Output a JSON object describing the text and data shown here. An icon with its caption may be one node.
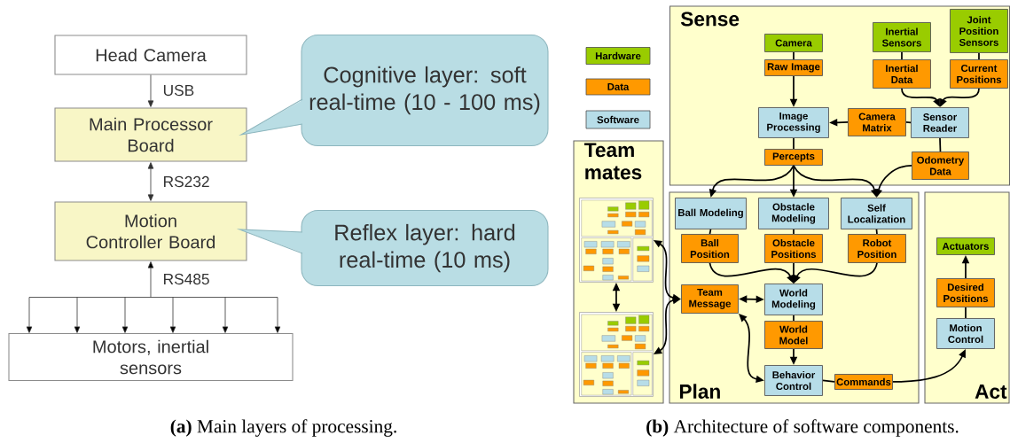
{
  "diagram": {
    "nodes": [
      {
        "text": [
          "Head Camera"
        ]
      },
      {
        "text": [
          "Main Processor Board"
        ]
      },
      {
        "text": [
          "Motion Controller Board"
        ]
      },
      {
        "text": [
          "Motors, inertial sensors"
        ]
      },
      {
        "text": [
          "Cognitive layer: soft real-time (10 - 100 ms)"
        ]
      },
      {
        "text": [
          "Reflex layer: hard real-time (10 ms)"
        ]
      },
      {
        "text": [
          "Sense"
        ]
      },
      {
        "text": [
          "Plan"
        ]
      },
      {
        "text": [
          "Act"
        ]
      },
      {
        "text": [
          "Team mates"
        ]
      },
      {
        "text": [
          "Camera"
        ],
        "in": 6
      },
      {
        "text": [
          "Raw Image"
        ],
        "in": 6
      },
      {
        "text": [
          "Inertial Sensors"
        ],
        "in": 6
      },
      {
        "text": [
          "Joint Position Sensors"
        ],
        "in": 6
      },
      {
        "text": [
          "Inertial Data"
        ],
        "in": 6
      },
      {
        "text": [
          "Current Positions"
        ],
        "in": 6
      },
      {
        "text": [
          "Image Processing"
        ],
        "in": 6
      },
      {
        "text": [
          "Camera Matrix"
        ],
        "in": 6
      },
      {
        "text": [
          "Sensor Reader"
        ],
        "in": 6
      },
      {
        "text": [
          "Percepts"
        ],
        "in": 6
      },
      {
        "text": [
          "Odometry Data"
        ],
        "in": 6
      },
      {
        "text": [
          "Ball Modeling"
        ],
        "in": 7
      },
      {
        "text": [
          "Obstacle Modeling"
        ],
        "in": 7
      },
      {
        "text": [
          "Self Localization"
        ],
        "in": 7
      },
      {
        "text": [
          "Ball Position"
        ],
        "in": 7
      },
      {
        "text": [
          "Obstacle Positions"
        ],
        "in": 7
      },
      {
        "text": [
          "Robot Position"
        ],
        "in": 7
      },
      {
        "text": [
          "Team Message"
        ],
        "in": 7
      },
      {
        "text": [
          "World Modeling"
        ],
        "in": 7
      },
      {
        "text": [
          "World Model"
        ],
        "in": 7
      },
      {
        "text": [
          "Behavior Control"
        ],
        "in": 7
      },
      {
        "text": [
          "Commands"
        ],
        "in": 7
      },
      {
        "text": [
          "Actuators"
        ],
        "in": 8
      },
      {
        "text": [
          "Desired Positions"
        ],
        "in": 8
      },
      {
        "text": [
          "Motion Control"
        ],
        "in": 8
      },
      {
        "text": [],
        "shape": "picture",
        "in": 9
      },
      {
        "text": [],
        "shape": "picture",
        "in": 9
      }
    ],
    "edges": [
      {
        "from": 0,
        "to": 1,
        "arrow": "to",
        "label": "USB"
      },
      {
        "from": 1,
        "to": 2,
        "arrow": "both",
        "label": "RS232"
      },
      {
        "from": 2,
        "to": 3,
        "arrow": "both",
        "label": "RS485"
      },
      {
        "from": 10,
        "to": 11,
        "arrow": "none"
      },
      {
        "from": 11,
        "to": 16,
        "arrow": "to"
      },
      {
        "from": 12,
        "to": 14,
        "arrow": "none"
      },
      {
        "from": 13,
        "to": 15,
        "arrow": "none"
      },
      {
        "from": 14,
        "to": 18,
        "arrow": "to"
      },
      {
        "from": 15,
        "to": 18,
        "arrow": "to"
      },
      {
        "from": 18,
        "to": 17,
        "arrow": "none"
      },
      {
        "from": 17,
        "to": 16,
        "arrow": "to"
      },
      {
        "from": 16,
        "to": 19,
        "arrow": "none"
      },
      {
        "from": 18,
        "to": 20,
        "arrow": "none"
      },
      {
        "from": 19,
        "to": 21,
        "arrow": "to"
      },
      {
        "from": 19,
        "to": 22,
        "arrow": "to"
      },
      {
        "from": 19,
        "to": 23,
        "arrow": "to"
      },
      {
        "from": 20,
        "to": 23,
        "arrow": "to"
      },
      {
        "from": 21,
        "to": 24,
        "arrow": "none"
      },
      {
        "from": 22,
        "to": 25,
        "arrow": "none"
      },
      {
        "from": 23,
        "to": 26,
        "arrow": "none"
      },
      {
        "from": 24,
        "to": 28,
        "arrow": "to"
      },
      {
        "from": 25,
        "to": 28,
        "arrow": "to"
      },
      {
        "from": 26,
        "to": 28,
        "arrow": "to"
      },
      {
        "from": 27,
        "to": 28,
        "arrow": "both"
      },
      {
        "from": 28,
        "to": 29,
        "arrow": "none"
      },
      {
        "from": 29,
        "to": 30,
        "arrow": "to"
      },
      {
        "from": 30,
        "to": 27,
        "arrow": "both"
      },
      {
        "from": 30,
        "to": 31,
        "arrow": "none"
      },
      {
        "from": 31,
        "to": 34,
        "arrow": "to"
      },
      {
        "from": 34,
        "to": 33,
        "arrow": "none"
      },
      {
        "from": 33,
        "to": 32,
        "arrow": "to"
      },
      {
        "from": 35,
        "to": 27,
        "arrow": "both"
      },
      {
        "from": 36,
        "to": 27,
        "arrow": "both"
      },
      {
        "from": 35,
        "to": 36,
        "arrow": "both"
      }
    ],
    "labels": [
      "**(a)** Main layers of processing.",
      "**(b)** Architecture of software components."
    ],
    "legend": [
      {
        "text": "Hardware",
        "color": "#99cc00"
      },
      {
        "text": "Data",
        "color": "#ff9900"
      },
      {
        "text": "Software",
        "color": "#b7dde8"
      }
    ]
  }
}
